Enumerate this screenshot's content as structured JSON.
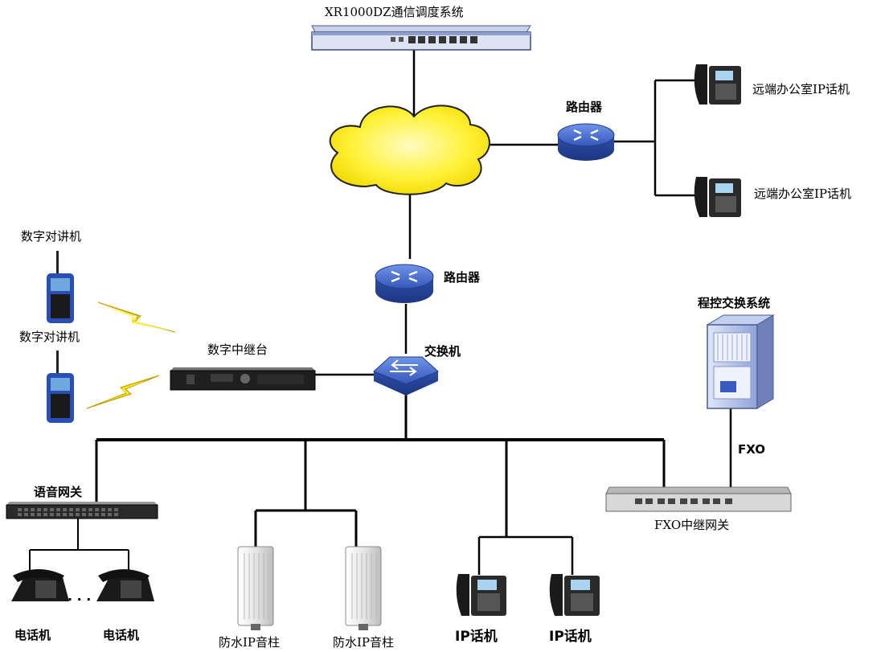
{
  "labels": {
    "dispatch_system": "XR1000DZ通信调度系统",
    "router_top": "路由器",
    "remote_phone_1": "远端办公室IP话机",
    "remote_phone_2": "远端办公室IP话机",
    "radio_1": "数字对讲机",
    "radio_2": "数字对讲机",
    "router_mid": "路由器",
    "repeater": "数字中继台",
    "switch": "交换机",
    "pbx": "程控交换系统",
    "fxo_link": "FXO",
    "voice_gateway": "语音网关",
    "fxo_gateway": "FXO中继网关",
    "phone_1": "电话机",
    "phone_2": "电话机",
    "phone_dots": "· · ·",
    "speaker_1": "防水IP音柱",
    "speaker_2": "防水IP音柱",
    "ip_phone_1": "IP话机",
    "ip_phone_2": "IP话机"
  },
  "colors": {
    "cloud": "#fdf52e",
    "router": "#3a64c8",
    "bolt": "#f5e300",
    "line": "#000000"
  }
}
